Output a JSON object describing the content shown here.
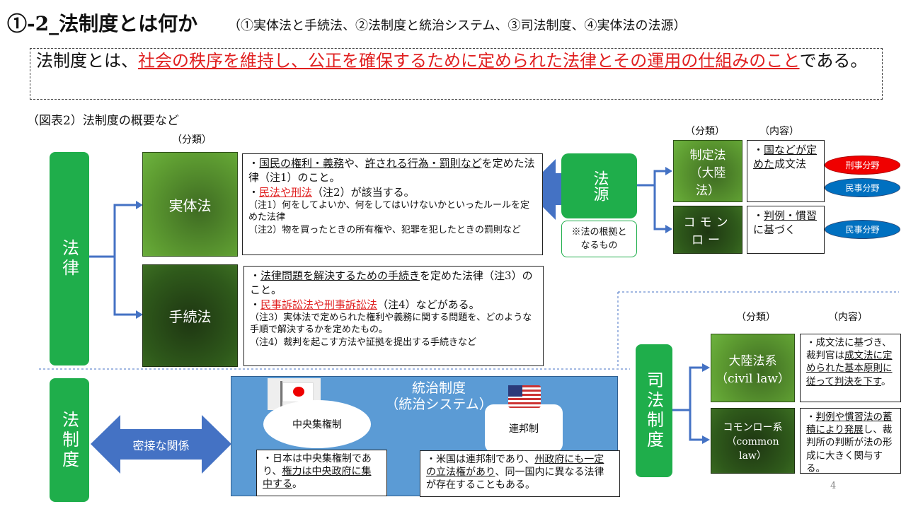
{
  "title": {
    "main": "①-2_法制度とは何か",
    "sub": "（①実体法と手続法、②法制度と統治システム、③司法制度、④実体法の法源）"
  },
  "definition": {
    "prefix": "法制度とは、",
    "highlight": "社会の秩序を維持し、公正を確保するために定められた法律とその運用の仕組みのこと",
    "suffix": "である。"
  },
  "caption": "（図表2）法制度の概要など",
  "law": {
    "label_bunrui": "（分類）",
    "root": "法律",
    "substantive": {
      "label": "実体法",
      "line1_u1": "国民の権利・義務",
      "line1_mid": "や、",
      "line1_u2": "許される行為・罰則など",
      "line1_rest": "を定めた法律（注1）のこと。",
      "line2_red": "民法や刑法",
      "line2_rest": "（注2）が該当する。",
      "note1": "（注1）何をしてよいか、何をしてはいけないかといったルールを定めた法律",
      "note2": "（注2）物を買ったときの所有権や、犯罪を犯したときの罰則など"
    },
    "procedural": {
      "label": "手続法",
      "line1_u": "法律問題を解決するための手続き",
      "line1_rest": "を定めた法律（注3）のこと。",
      "line2_red": "民事訴訟法や刑事訴訟法",
      "line2_rest": "（注4）などがある。",
      "note3": "（注3）実体法で定められた権利や義務に関する問題を、どのような手順で解決するかを定めたもの。",
      "note4": "（注4）裁判を起こす方法や証拠を提出する手続きなど"
    }
  },
  "source": {
    "label": "法源",
    "note": "※法の根拠となるもの",
    "bunrui": "（分類）",
    "naiyou": "（内容）",
    "statute": {
      "label": "制定法（大陸法）",
      "content_u": "国などが定めた",
      "content_rest": "成文法",
      "tags": [
        "刑事分野",
        "民事分野"
      ]
    },
    "common": {
      "label": "コモンロー",
      "content_u": "判例・慣習",
      "content_rest": "に基づく",
      "tags": [
        "民事分野"
      ]
    }
  },
  "judicial": {
    "label": "司法制度",
    "bunrui": "（分類）",
    "naiyou": "（内容）",
    "civil": {
      "label": "大陸法系（civil law）",
      "c1": "・成文法に基づき、裁判官は",
      "c_u": "成文法に定められた基本原則に従って判決を下す",
      "c2": "。"
    },
    "common": {
      "label": "コモンロー系（common law）",
      "c_u": "判例や慣習法の蓄積により発展",
      "c2": "し、裁判所の判断が法の形成に大きく関与する。"
    }
  },
  "governance": {
    "root": "法制度",
    "relation": "密接な関係",
    "title": "統治制度",
    "subtitle": "（統治システム）",
    "central": "中央集権制",
    "federal": "連邦制",
    "japan_note": {
      "t1": "・日本は中央集権制であり、",
      "u": "権力は中央政府に集中する",
      "t2": "。"
    },
    "us_note": {
      "t1": "・米国は連邦制であり、",
      "u": "州政府にも一定の立法権があり",
      "t2": "、同一国内に異なる法律が存在することもある。"
    }
  },
  "page_number": "4",
  "colors": {
    "green": "#1fae4b",
    "blue": "#5b9bd5",
    "arrow": "#4472c4",
    "red": "#e02020"
  }
}
